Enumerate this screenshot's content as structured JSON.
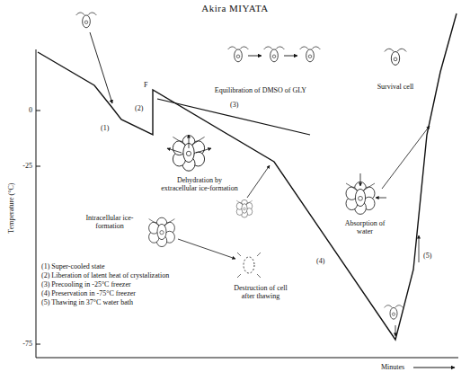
{
  "diagram": {
    "title": "Akira MIYATA",
    "labels": [
      "0",
      "-25",
      "-75",
      "Temperature (°C)",
      "F",
      "(1)",
      "(2)",
      "(3)",
      "(4)",
      "(5)",
      "Equilibration of DMSO of GLY",
      "Survival cell",
      "Dehydration by extracellular ice-formation",
      "Absorption of water",
      "Intracellular ice-formation",
      "Destruction of cell after thawing",
      "(1) Super-cooled state",
      "(2) Liberation of latent heat of crystalization",
      "(3) Precooling in -25°C freezer",
      "(4) Preservation in -75°C freezer",
      "(5) Thawing in 37°C water bath",
      "Minutes"
    ]
  }
}
